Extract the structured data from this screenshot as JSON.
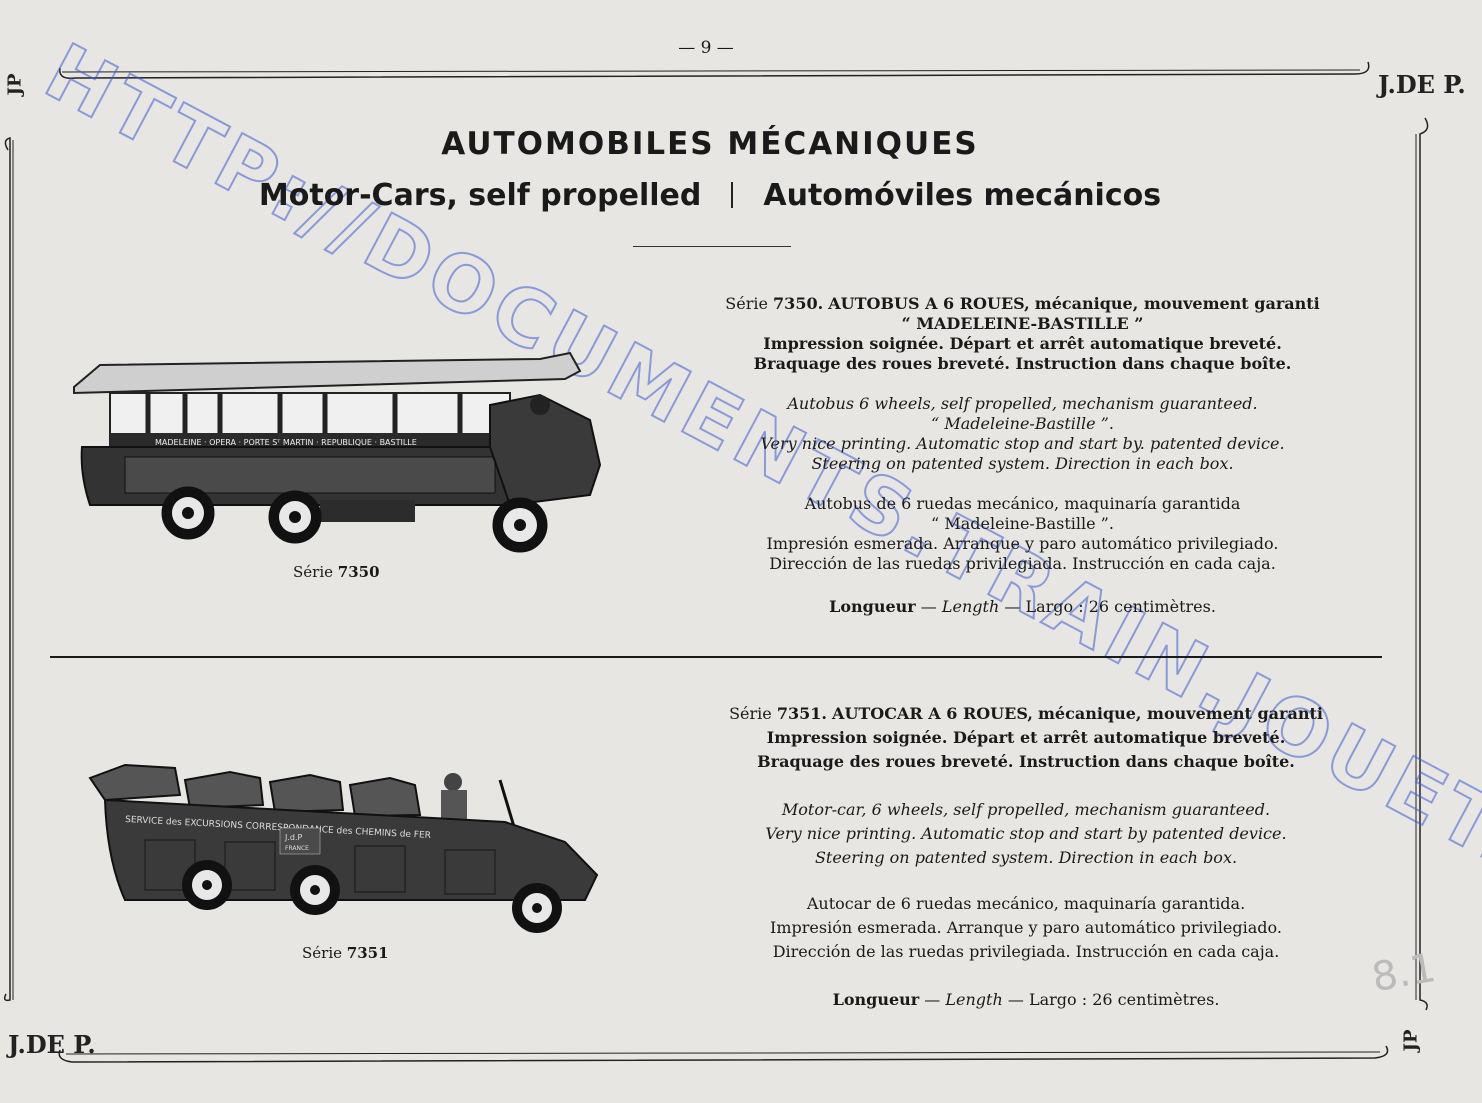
{
  "page_number": "— 9 —",
  "title": "AUTOMOBILES MÉCANIQUES",
  "subtitle_en": "Motor-Cars, self propelled",
  "subtitle_es": "Automóviles mecánicos",
  "monogram_top_left": "JP",
  "monogram_top_right": "J.DE P.",
  "monogram_bottom_left": "J.DE P.",
  "monogram_bottom_right": "JP",
  "watermark": "HTTP://DOCUMENTS.TRAIN.JOUET.COM",
  "margin_note": "8.1",
  "item1": {
    "caption_prefix": "Série",
    "caption_number": "7350",
    "fr_head_prefix": "Série",
    "fr_head_number": "7350.",
    "fr_head_name": "AUTOBUS A 6 ROUES,",
    "fr_head_rest": "mécanique, mouvement garanti",
    "fr_line2": "“ MADELEINE-BASTILLE ”",
    "fr_line3": "Impression soignée. Départ et arrêt automatique breveté.",
    "fr_line4": "Braquage des roues breveté. Instruction dans chaque boîte.",
    "en_line1": "Autobus 6 wheels, self propelled, mechanism guaranteed.",
    "en_line2": "“ Madeleine-Bastille ”.",
    "en_line3": "Very nice printing. Automatic stop and start by. patented device.",
    "en_line4": "Steering on patented system. Direction in each box.",
    "es_line1": "Autobus de 6 ruedas mecánico, maquinaría garantida",
    "es_line2": "“ Madeleine-Bastille ”.",
    "es_line3": "Impresión esmerada. Arranque y paro automático privilegiado.",
    "es_line4": "Dirección de las ruedas privilegiada. Instrucción en cada caja.",
    "length_fr": "Longueur",
    "length_en": "Length",
    "length_es": "Largo",
    "length_value": ": 26 centimètres.",
    "bus_sign": "MADELEINE · OPERA · PORTE Sᵀ MARTIN · REPUBLIQUE · BASTILLE"
  },
  "item2": {
    "caption_prefix": "Série",
    "caption_number": "7351",
    "fr_head_prefix": "Série",
    "fr_head_number": "7351.",
    "fr_head_name": "AUTOCAR A 6 ROUES,",
    "fr_head_rest": "mécanique, mouvement garanti",
    "fr_line2": "Impression soignée. Départ et arrêt automatique breveté.",
    "fr_line3": "Braquage des roues breveté. Instruction dans chaque boîte.",
    "en_line1": "Motor-car, 6 wheels, self propelled, mechanism guaranteed.",
    "en_line2": "Very nice printing. Automatic stop and start by patented device.",
    "en_line3": "Steering on patented system. Direction in each box.",
    "es_line1": "Autocar de 6 ruedas mecánico, maquinaría garantida.",
    "es_line2": "Impresión esmerada. Arranque y paro automático privilegiado.",
    "es_line3": "Dirección de las ruedas privilegiada. Instrucción en cada caja.",
    "length_fr": "Longueur",
    "length_en": "Length",
    "length_es": "Largo",
    "length_value": ": 26 centimètres.",
    "car_sign": "SERVICE des EXCURSIONS CORRESPONDANCE des CHEMINS de FER",
    "car_plate_1": "J.d.P",
    "car_plate_2": "FRANCE"
  },
  "colors": {
    "paper": "#e8e6e2",
    "ink": "#1a1a1a",
    "watermark": "#3b5bd6"
  }
}
